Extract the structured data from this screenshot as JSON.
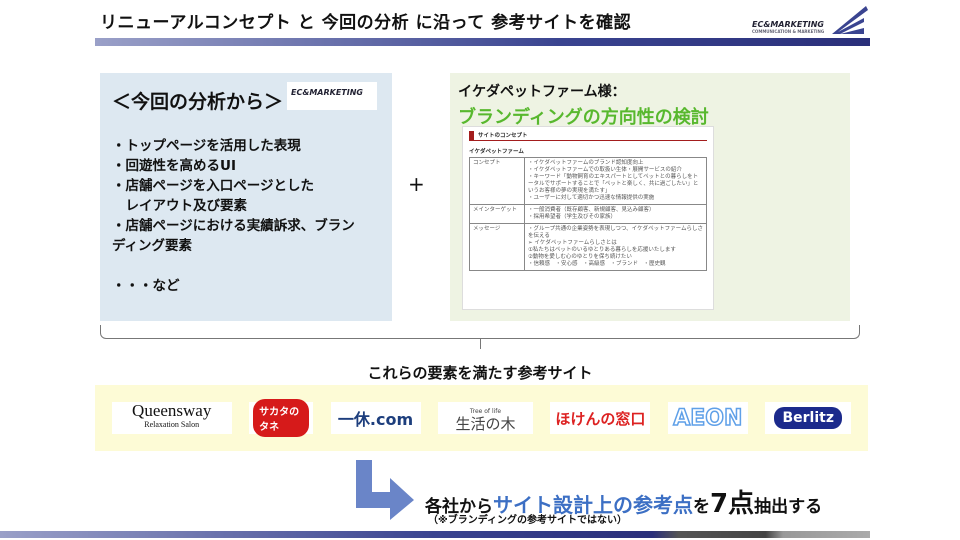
{
  "header": {
    "title": "リニューアルコンセプト と 今回の分析 に沿って 参考サイトを確認",
    "logo_text": "EC&MARKETING",
    "logo_sub": "COMMUNICATION & MARKETING"
  },
  "left": {
    "heading": "＜今回の分析から＞",
    "logo_text": "EC&MARKETING",
    "items": [
      "・トップページを活用した表現",
      "・回遊性を高めるUI",
      "・店舗ページを入口ページとした",
      "　レイアウト及び要素",
      "・店舗ページにおける実績訴求、ブラン",
      "ディング要素"
    ],
    "etc": "・・・など"
  },
  "plus": "+",
  "right": {
    "line1": "イケダペットファーム様：",
    "line2": "ブランディングの方向性の検討",
    "mini": {
      "header": "サイトのコンセプト",
      "subtitle": "イケダペットファーム",
      "rows": [
        {
          "label": "コンセプト",
          "lines": [
            "・イケダペットファームのブランド認知度向上",
            "・イケダペットファームでの取扱い生体・展開サービスの紹介",
            "・キーワード「動物飼育のエキスパートとしてペットとの暮らしをトータルでサポートすることで「ペットと楽しく、共に過ごしたい」というお客様の夢の実現を満たす」",
            "・ユーザーに対して適切かつ迅速な情報提供の実施"
          ]
        },
        {
          "label": "メインターゲット",
          "lines": [
            "・一般消費者（既存顧客、新規顧客、見込み顧客）",
            "・採用希望者（学生及びその家族）"
          ]
        },
        {
          "label": "メッセージ",
          "lines": [
            "・グループ共通の企業姿勢を表現しつつ、イケダペットファームらしさを伝える",
            "➢ イケダペットファームらしさとは",
            "①私たちはペットのいるゆとりある暮らしを応援いたします",
            "②動物を愛しむ心のゆとりを保ち続けたい",
            "・信頼感　・安心感　・高級感　・ブランド　・歴史観"
          ]
        }
      ]
    }
  },
  "section_heading": "これらの要素を満たす参考サイト",
  "logos": [
    {
      "name": "Queensway",
      "sub": "Relaxation Salon"
    },
    {
      "name": "サカタのタネ"
    },
    {
      "name": "一休.com"
    },
    {
      "name": "生活の木",
      "sub": "Tree of life"
    },
    {
      "name": "ほけんの窓口"
    },
    {
      "name": "AEON"
    },
    {
      "name": "Berlitz"
    }
  ],
  "cta": {
    "p1": "各社から",
    "p2": "サイト設計上の参考点",
    "p3": "を",
    "p4": "7点",
    "p5": "抽出する",
    "note": "（※ブランディングの参考サイトではない）"
  },
  "colors": {
    "accent_blue": "#3c6fc4",
    "green": "#58b82e",
    "navy": "#2a2f7a"
  }
}
